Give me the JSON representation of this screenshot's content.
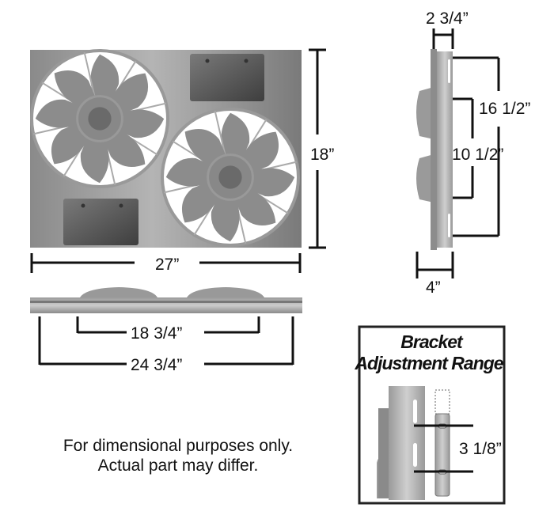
{
  "dimensions": {
    "width": "27”",
    "height": "18”",
    "depth_top": "2 3/4”",
    "bracket_outer": "16 1/2”",
    "bracket_inner": "10 1/2”",
    "depth_bottom": "4”",
    "bottom_inner": "18 3/4”",
    "bottom_outer": "24 3/4”"
  },
  "inset": {
    "title_line1": "Bracket",
    "title_line2": "Adjustment Range",
    "range": "3 1/8”"
  },
  "disclaimer": {
    "line1": "For dimensional purposes only.",
    "line2": "Actual part may differ."
  }
}
